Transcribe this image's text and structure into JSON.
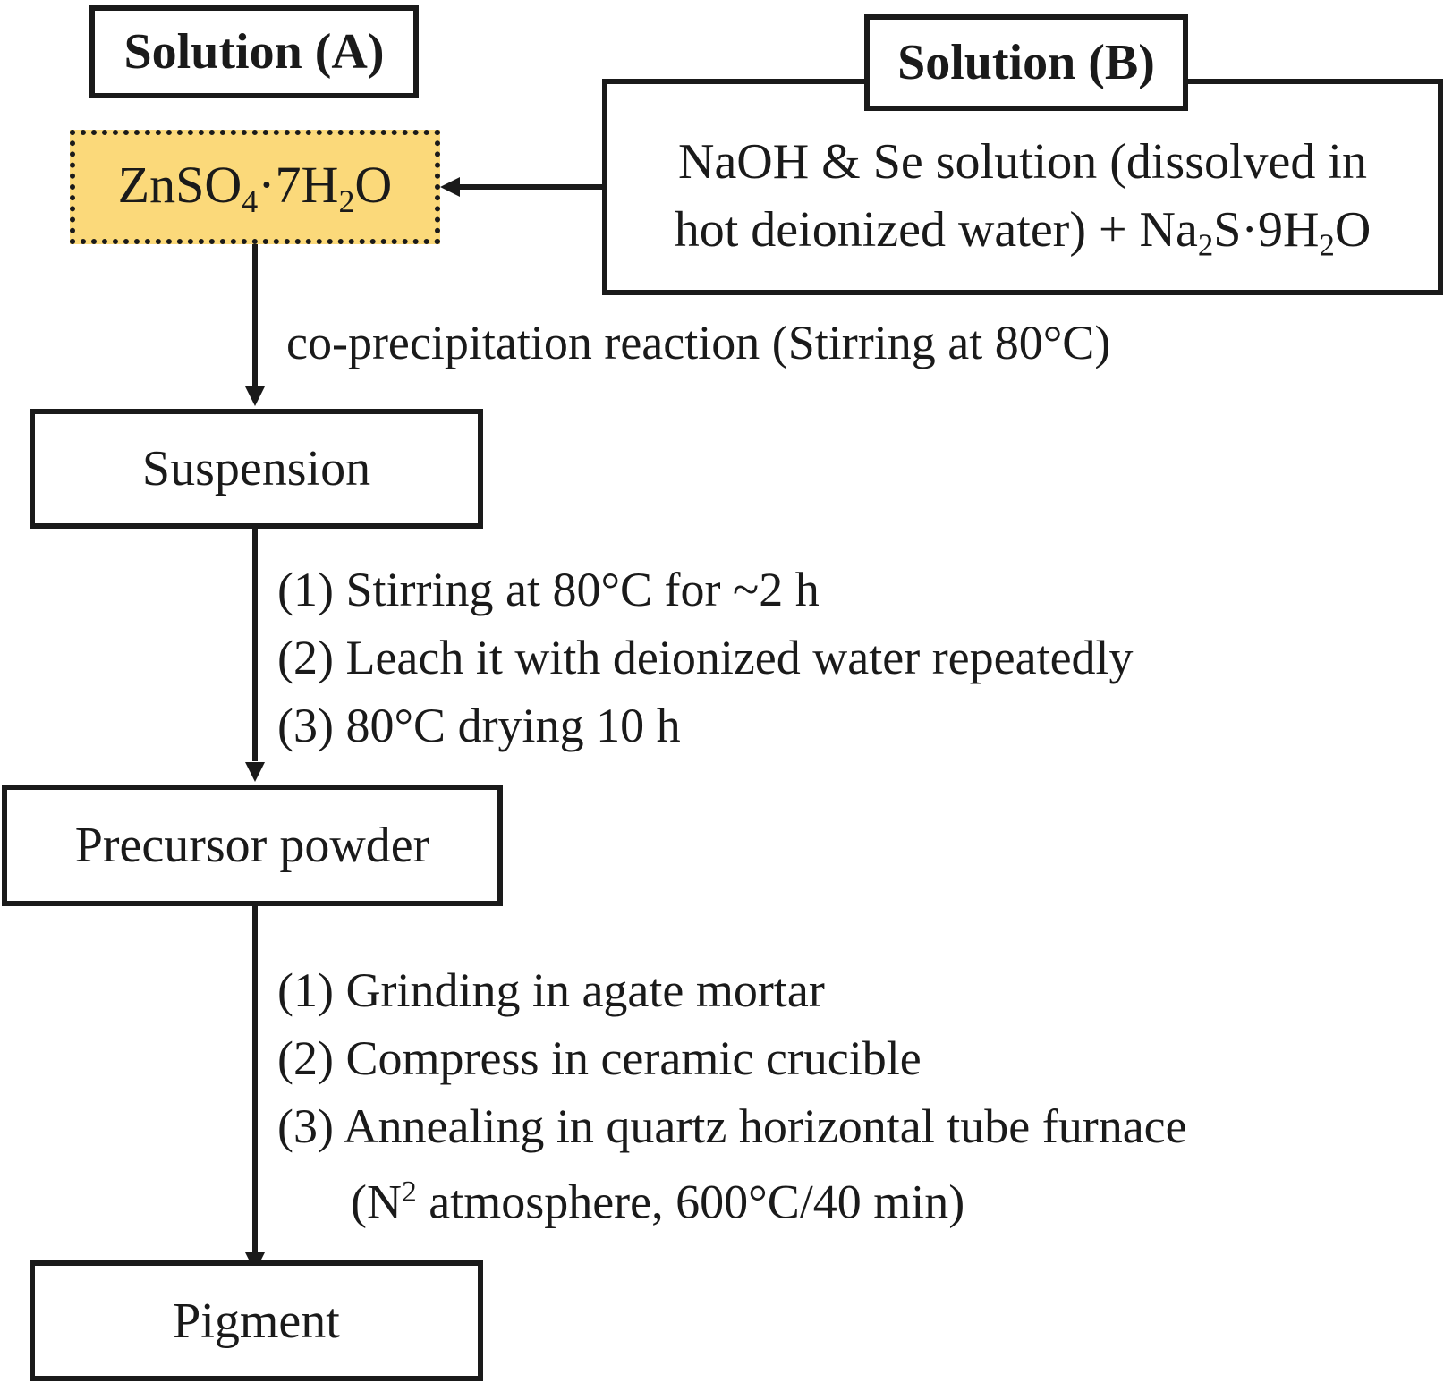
{
  "solution_a": {
    "label": "Solution (A)",
    "reagent": {
      "pre": "ZnSO",
      "sub1": "4",
      "mid": "·7H",
      "sub2": "2",
      "post": "O",
      "fill": "#fbd97a"
    }
  },
  "solution_b": {
    "label": "Solution (B)",
    "line1": "NaOH & Se solution (dissolved in",
    "line2_pre": "hot deionized water) + Na",
    "line2_sub1": "2",
    "line2_mid": "S·9H",
    "line2_sub2": "2",
    "line2_post": "O"
  },
  "step1_label": "co-precipitation reaction (Stirring at 80°C)",
  "suspension": "Suspension",
  "step2": [
    "(1) Stirring at 80°C for ~2 h",
    "(2) Leach it with deionized water repeatedly",
    "(3) 80°C drying 10 h"
  ],
  "precursor": "Precursor powder",
  "step3": [
    "(1) Grinding in agate mortar",
    "(2) Compress in ceramic crucible",
    "(3) Annealing in quartz horizontal tube furnace"
  ],
  "step3_note": {
    "pre": "(N",
    "sup": "2",
    "post": " atmosphere, 600°C/40 min)"
  },
  "pigment": "Pigment"
}
